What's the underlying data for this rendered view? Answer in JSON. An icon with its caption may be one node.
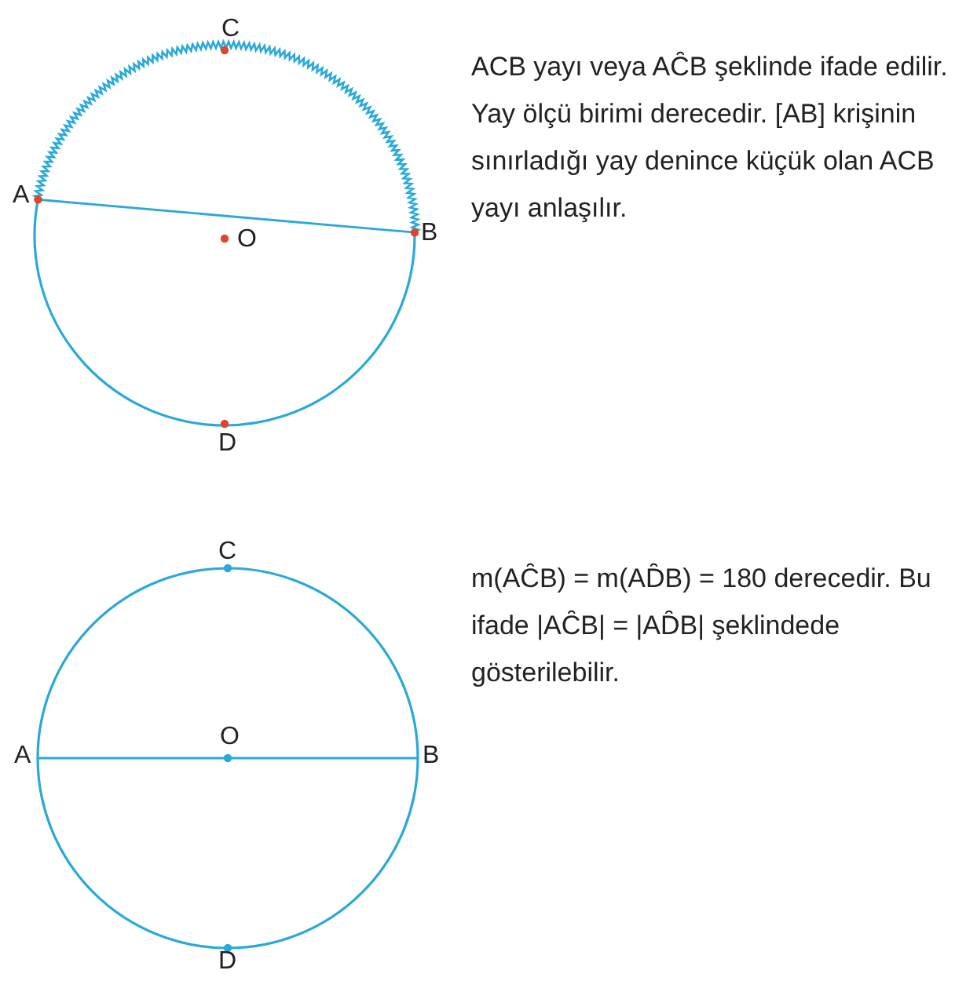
{
  "diagram": {
    "labels": [
      "C",
      "A",
      "O",
      "B",
      "D",
      "ACB yayı veya AC̑B şeklinde ifade edilir. Yay ölçü birimi derecedir. [AB] krişinin sınırladığı yay denince küçük olan ACB yayı anlaşılır.",
      "C",
      "A",
      "O",
      "B",
      "D",
      "m(AC̑B) = m(AD̑B) = 180 derecedir. Bu ifade |AC̑B| = |AD̑B| şeklindede gösterilebilir."
    ]
  }
}
